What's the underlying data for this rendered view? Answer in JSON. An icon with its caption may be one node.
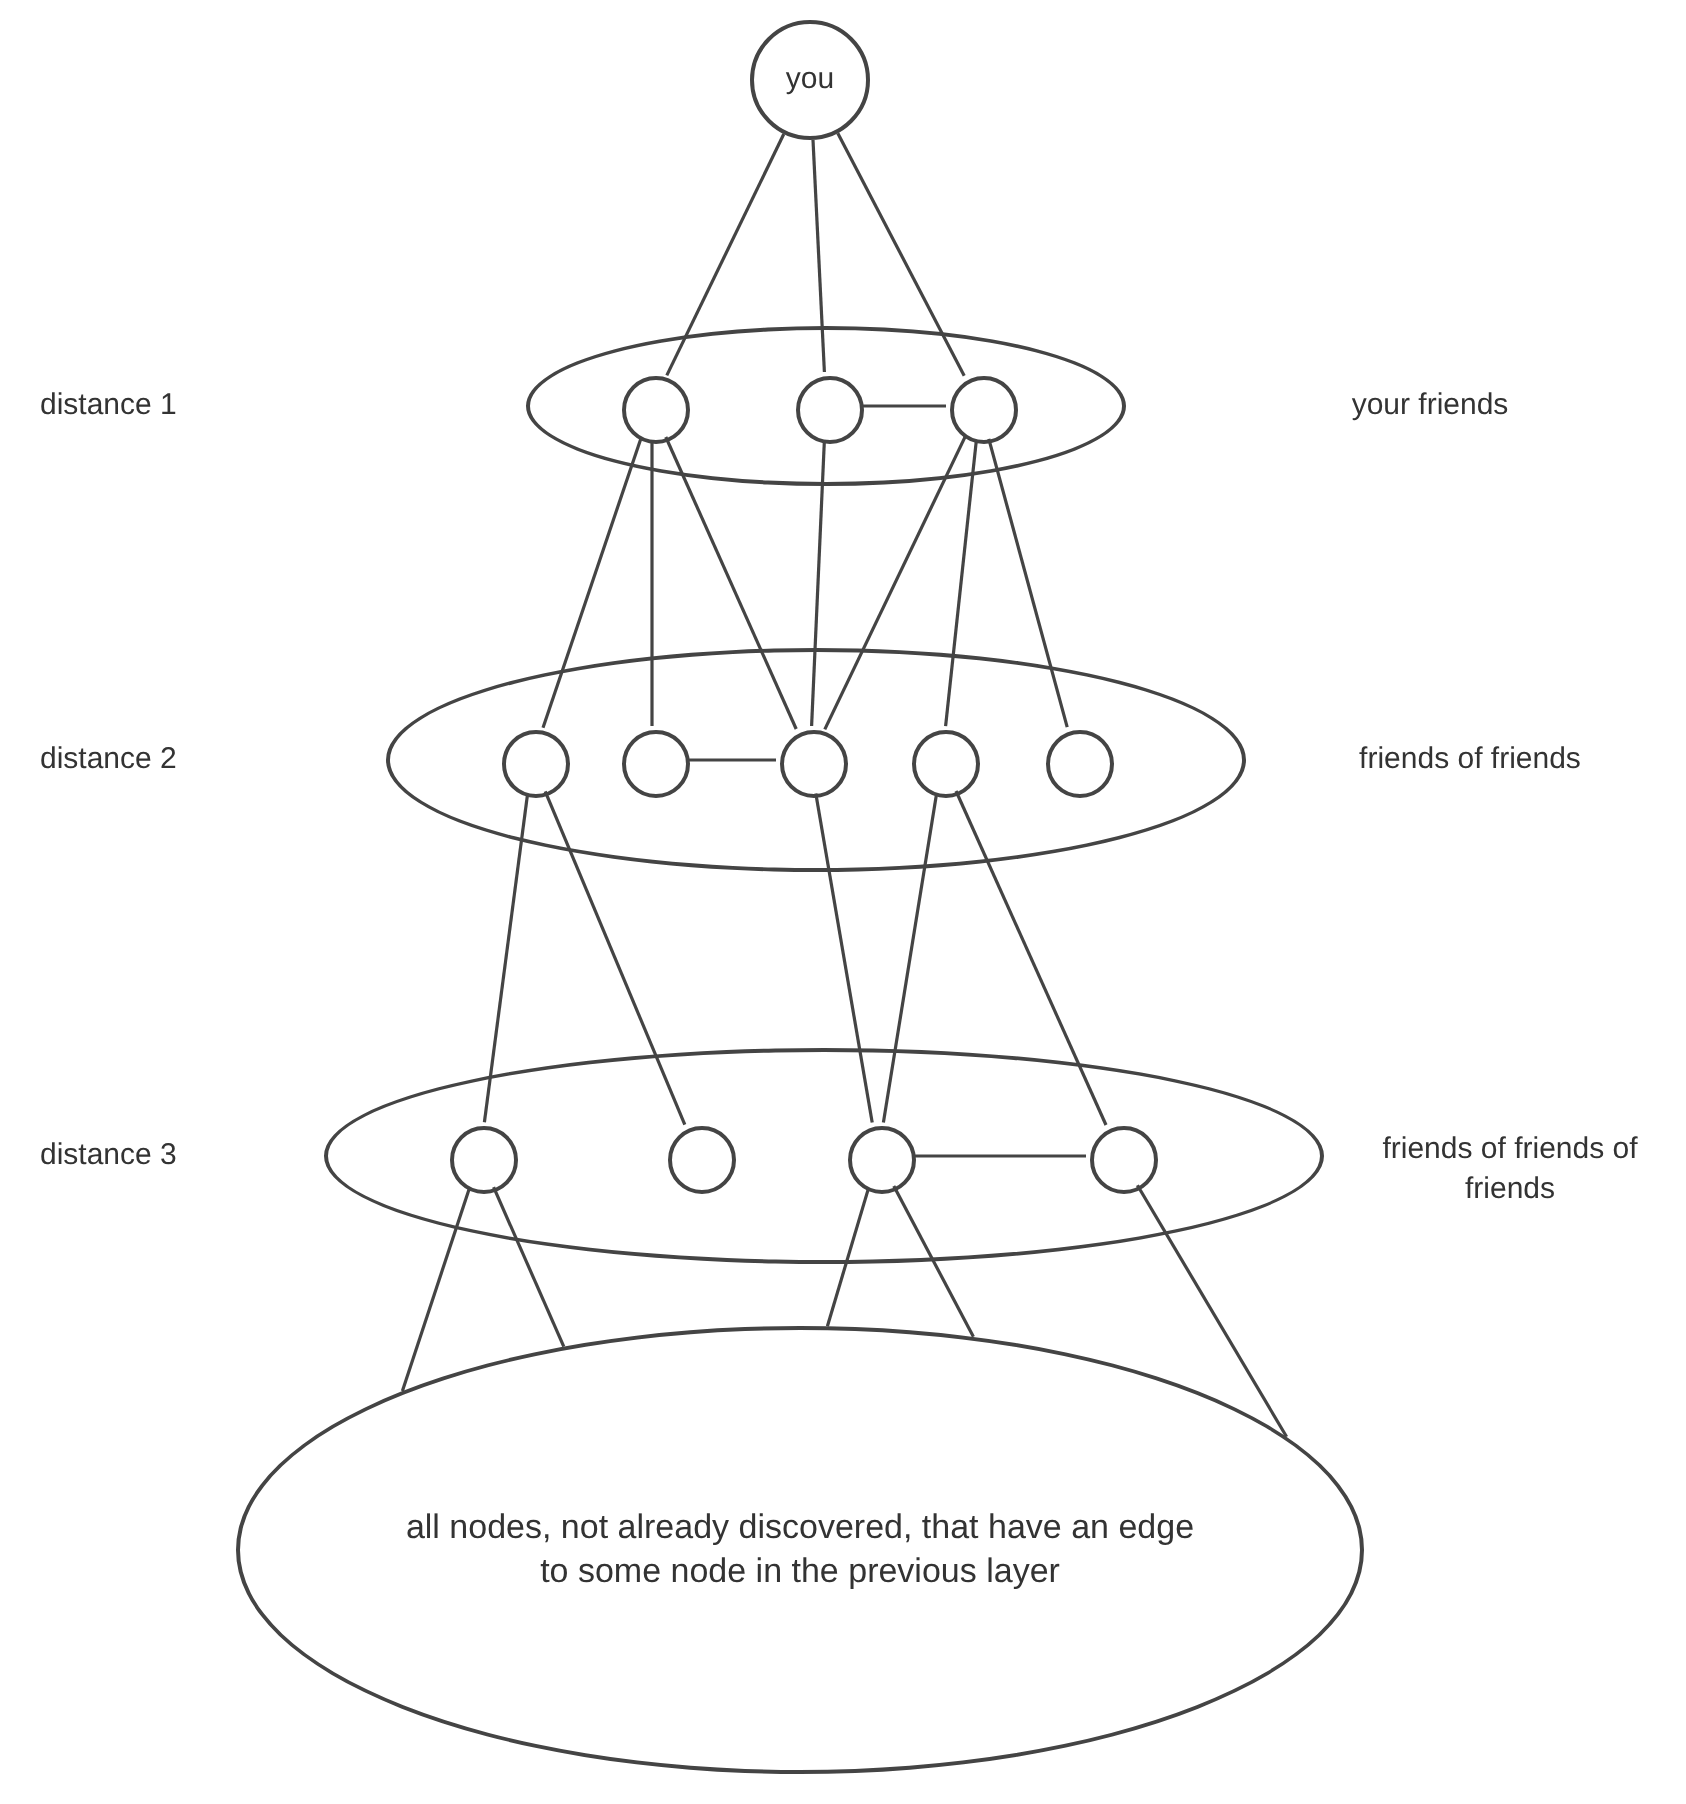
{
  "diagram": {
    "nodes": [
      {
        "text": [
          "you"
        ]
      },
      {
        "text": [],
        "shape": "ellipse"
      },
      {
        "text": [],
        "shape": "circle",
        "in": 1
      },
      {
        "text": [],
        "shape": "circle",
        "in": 1
      },
      {
        "text": [],
        "shape": "circle",
        "in": 1
      },
      {
        "text": [],
        "shape": "ellipse"
      },
      {
        "text": [],
        "shape": "circle",
        "in": 5
      },
      {
        "text": [],
        "shape": "circle",
        "in": 5
      },
      {
        "text": [],
        "shape": "circle",
        "in": 5
      },
      {
        "text": [],
        "shape": "circle",
        "in": 5
      },
      {
        "text": [],
        "shape": "circle",
        "in": 5
      },
      {
        "text": [],
        "shape": "ellipse"
      },
      {
        "text": [],
        "shape": "circle",
        "in": 11
      },
      {
        "text": [],
        "shape": "circle",
        "in": 11
      },
      {
        "text": [],
        "shape": "circle",
        "in": 11
      },
      {
        "text": [],
        "shape": "circle",
        "in": 11
      },
      {
        "text": [
          "all nodes, not already discovered, that have an edge to some node in the previous layer"
        ]
      }
    ],
    "edges": [
      {
        "from": 0,
        "to": 2,
        "arrow": "none"
      },
      {
        "from": 0,
        "to": 3,
        "arrow": "none"
      },
      {
        "from": 0,
        "to": 4,
        "arrow": "none"
      },
      {
        "from": 3,
        "to": 4,
        "arrow": "none"
      },
      {
        "from": 2,
        "to": 6,
        "arrow": "none"
      },
      {
        "from": 2,
        "to": 7,
        "arrow": "none"
      },
      {
        "from": 2,
        "to": 8,
        "arrow": "none"
      },
      {
        "from": 3,
        "to": 8,
        "arrow": "none"
      },
      {
        "from": 4,
        "to": 8,
        "arrow": "none"
      },
      {
        "from": 4,
        "to": 9,
        "arrow": "none"
      },
      {
        "from": 4,
        "to": 10,
        "arrow": "none"
      },
      {
        "from": 7,
        "to": 8,
        "arrow": "none"
      },
      {
        "from": 6,
        "to": 12,
        "arrow": "none"
      },
      {
        "from": 6,
        "to": 13,
        "arrow": "none"
      },
      {
        "from": 8,
        "to": 14,
        "arrow": "none"
      },
      {
        "from": 9,
        "to": 14,
        "arrow": "none"
      },
      {
        "from": 9,
        "to": 15,
        "arrow": "none"
      },
      {
        "from": 14,
        "to": 15,
        "arrow": "none"
      },
      {
        "from": 12,
        "to": 16,
        "arrow": "none"
      },
      {
        "from": 12,
        "to": 16,
        "arrow": "none"
      },
      {
        "from": 14,
        "to": 16,
        "arrow": "none"
      },
      {
        "from": 14,
        "to": 16,
        "arrow": "none"
      },
      {
        "from": 15,
        "to": 16,
        "arrow": "none"
      }
    ],
    "labels": [
      "distance 1",
      "your friends",
      "distance 2",
      "friends of friends",
      "distance 3",
      "friends of friends of friends"
    ]
  }
}
